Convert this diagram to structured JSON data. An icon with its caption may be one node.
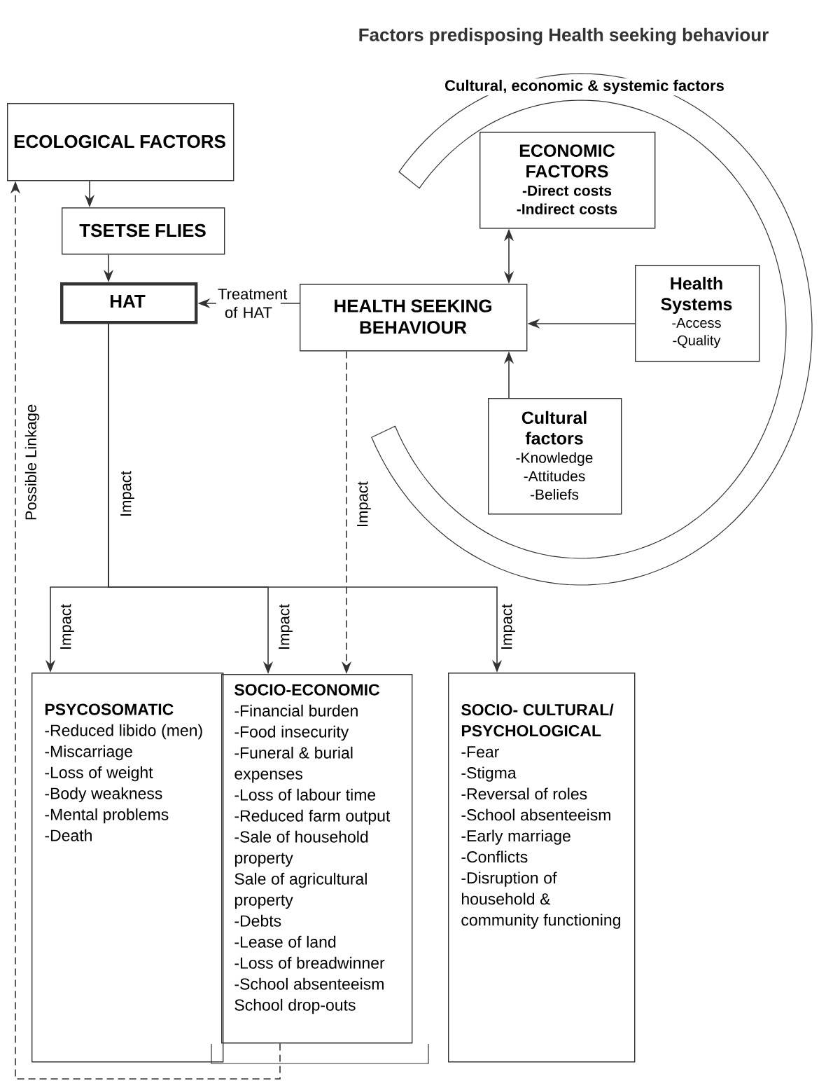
{
  "diagram": {
    "nodes": [
      {
        "text": [
          "ECOLOGICAL FACTORS"
        ]
      },
      {
        "text": [
          "TSETSE FLIES"
        ]
      },
      {
        "text": [
          "Cultural, economic & systemic factors"
        ]
      },
      {
        "text": [
          "ECONOMIC FACTORS",
          "-Direct costs",
          "-Indirect costs"
        ]
      },
      {
        "text": [
          "HAT"
        ]
      },
      {
        "text": [
          "HEALTH SEEKING BEHAVIOUR"
        ]
      },
      {
        "text": [
          "Health Systems",
          "-Access",
          "-Quality"
        ]
      },
      {
        "text": [
          "Cultural factors",
          "-Knowledge",
          "-Attitudes",
          "-Beliefs"
        ]
      },
      {
        "text": [
          "PSYCOSOMATIC",
          "-Reduced libido (men)",
          "-Miscarriage",
          "-Loss of weight",
          "-Body weakness",
          "-Mental problems",
          "-Death"
        ]
      },
      {
        "text": [
          "SOCIO-ECONOMIC",
          "-Financial burden",
          "-Food insecurity",
          "-Funeral & burial expenses",
          "-Loss of labour time",
          "-Reduced farm output",
          "-Sale of household property",
          "Sale of agricultural property",
          "-Debts",
          "-Lease of land",
          "-Loss of breadwinner",
          "-School absenteeism",
          "School drop-outs"
        ]
      },
      {
        "text": [
          "SOCIO- CULTURAL/ PSYCHOLOGICAL",
          "-Fear",
          "-Stigma",
          "-Reversal of roles",
          "-School absenteeism",
          "-Early marriage",
          "-Conflicts",
          "-Disruption of household & community functioning"
        ]
      }
    ],
    "edges": [
      {
        "from": 0,
        "to": 1,
        "arrow": "to"
      },
      {
        "from": 1,
        "to": 4,
        "arrow": "to"
      },
      {
        "from": 5,
        "to": 4,
        "arrow": "to",
        "label": "Treatment of HAT"
      },
      {
        "from": 5,
        "to": 3,
        "arrow": "both"
      },
      {
        "from": 6,
        "to": 5,
        "arrow": "to"
      },
      {
        "from": 7,
        "to": 5,
        "arrow": "to"
      },
      {
        "from": 4,
        "to": 8,
        "arrow": "to",
        "label": "Impact"
      },
      {
        "from": 4,
        "to": 9,
        "arrow": "to",
        "label": "Impact"
      },
      {
        "from": 4,
        "to": 10,
        "arrow": "to",
        "label": "Impact"
      },
      {
        "from": 5,
        "to": 9,
        "arrow": "to",
        "label": "Impact",
        "style": "dashed"
      },
      {
        "from": 9,
        "to": 0,
        "arrow": "to",
        "label": "Possible Linkage",
        "style": "dashed"
      }
    ],
    "labels": [
      "Factors predisposing Health seeking behaviour",
      "Impact"
    ]
  }
}
